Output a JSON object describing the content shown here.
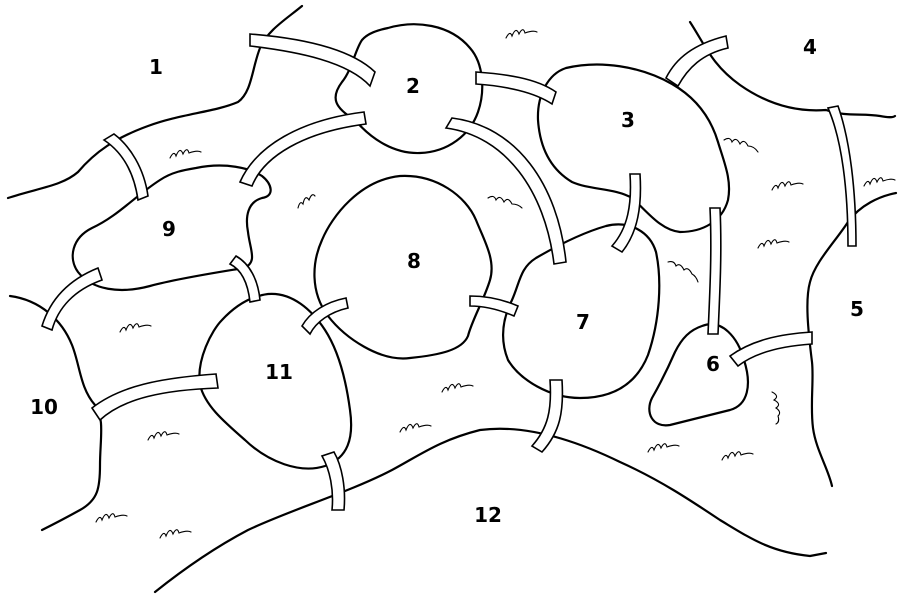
{
  "regions": [
    {
      "id": "region-1",
      "label": "1"
    },
    {
      "id": "region-2",
      "label": "2"
    },
    {
      "id": "region-3",
      "label": "3"
    },
    {
      "id": "region-4",
      "label": "4"
    },
    {
      "id": "region-5",
      "label": "5"
    },
    {
      "id": "region-6",
      "label": "6"
    },
    {
      "id": "region-7",
      "label": "7"
    },
    {
      "id": "region-8",
      "label": "8"
    },
    {
      "id": "region-9",
      "label": "9"
    },
    {
      "id": "region-10",
      "label": "10"
    },
    {
      "id": "region-11",
      "label": "11"
    },
    {
      "id": "region-12",
      "label": "12"
    }
  ],
  "bridges": [
    {
      "from": "1",
      "to": "2"
    },
    {
      "from": "2",
      "to": "3"
    },
    {
      "from": "3",
      "to": "4"
    },
    {
      "from": "4",
      "to": "5"
    },
    {
      "from": "1",
      "to": "9"
    },
    {
      "from": "2",
      "to": "9"
    },
    {
      "from": "2",
      "to": "7"
    },
    {
      "from": "3",
      "to": "7"
    },
    {
      "from": "3",
      "to": "6"
    },
    {
      "from": "6",
      "to": "5"
    },
    {
      "from": "9",
      "to": "10"
    },
    {
      "from": "9",
      "to": "11"
    },
    {
      "from": "11",
      "to": "8"
    },
    {
      "from": "8",
      "to": "7"
    },
    {
      "from": "10",
      "to": "11"
    },
    {
      "from": "11",
      "to": "12"
    },
    {
      "from": "7",
      "to": "12"
    }
  ]
}
